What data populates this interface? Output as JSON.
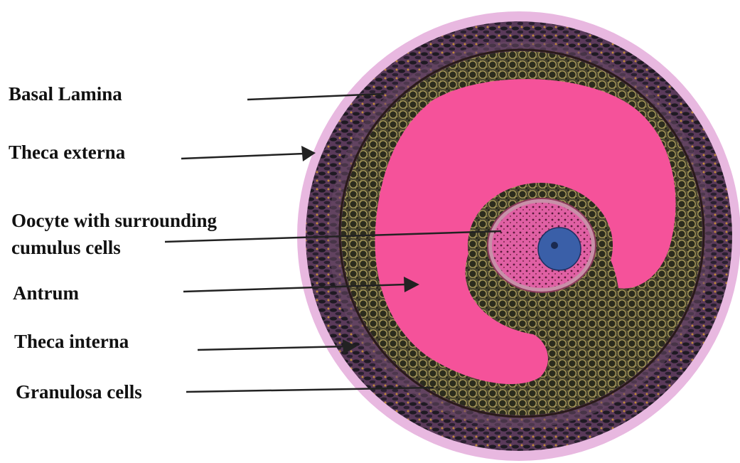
{
  "labels": {
    "basal_lamina": "Basal Lamina",
    "theca_externa": "Theca externa",
    "oocyte_line1": "Oocyte with surrounding",
    "oocyte_line2": "cumulus cells",
    "antrum": "Antrum",
    "theca_interna": "Theca interna",
    "granulosa": "Granulosa cells"
  },
  "colors": {
    "antrum": "#f5529a",
    "oocyte": "#e0609e",
    "nucleus": "#3a5fa8",
    "granulosa": "#3d3a28",
    "theca_externa": "#3a2a3a",
    "theca_halo": "#e8b8e0",
    "line": "#222222"
  }
}
